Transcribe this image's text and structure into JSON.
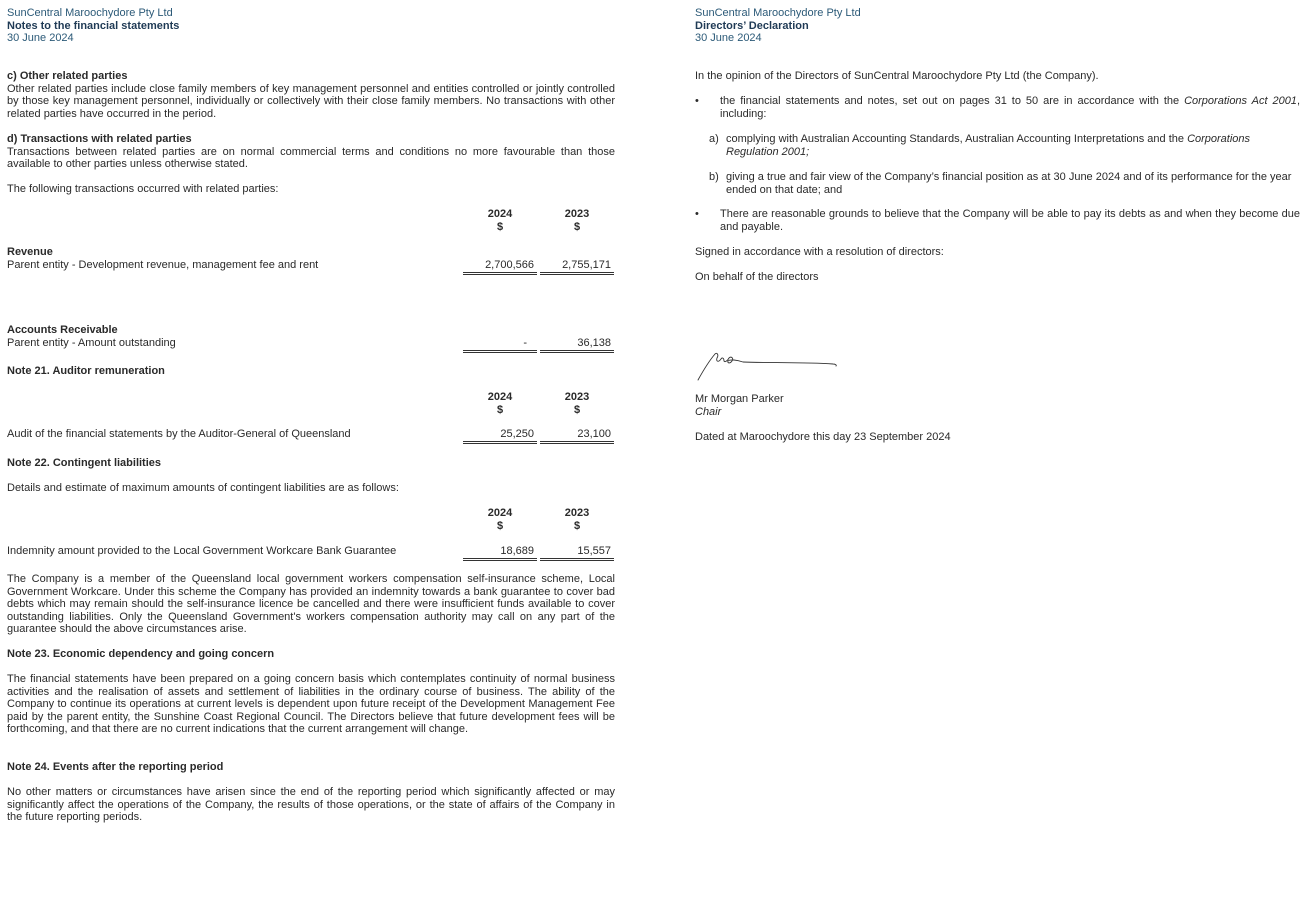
{
  "left": {
    "company": "SunCentral Maroochydore Pty Ltd",
    "doc_title": "Notes to the financial statements",
    "date": "30 June 2024",
    "c_heading": "c) Other related parties",
    "c_text": "Other related parties include close family members of key management personnel and entities controlled or jointly controlled by those key management personnel, individually or collectively with their close family members. No transactions with other related parties have occurred in the period.",
    "d_heading": "d) Transactions with related parties",
    "d_text": "Transactions between related parties are on normal commercial terms and conditions no more favourable than those available to other parties unless otherwise stated.",
    "d_intro": "The following transactions occurred with related parties:",
    "year_2024": "2024",
    "year_2023": "2023",
    "currency": "$",
    "revenue_heading": "Revenue",
    "revenue_label": "Parent entity - Development revenue, management fee and rent",
    "revenue_2024": "2,700,566",
    "revenue_2023": "2,755,171",
    "ar_heading": "Accounts Receivable",
    "ar_label": "Parent entity - Amount outstanding",
    "ar_2024": "-",
    "ar_2023": "36,138",
    "note21_heading": "Note 21. Auditor remuneration",
    "audit_label": "Audit of the financial statements by the Auditor-General of Queensland",
    "audit_2024": "25,250",
    "audit_2023": "23,100",
    "note22_heading": "Note 22. Contingent liabilities",
    "note22_intro": "Details and estimate of maximum amounts of contingent liabilities are as follows:",
    "indemnity_label": "Indemnity amount provided to the Local Government Workcare Bank Guarantee",
    "indemnity_2024": "18,689",
    "indemnity_2023": "15,557",
    "note22_text": "The Company is a member of the Queensland local government workers compensation self-insurance scheme, Local Government Workcare. Under this scheme the Company has provided an indemnity towards a bank guarantee to cover bad debts which may remain should the self-insurance licence be cancelled and there were insufficient funds available to cover outstanding liabilities. Only the Queensland Government's workers compensation authority may call on any part of the guarantee should the above circumstances arise.",
    "note23_heading": "Note 23. Economic dependency and going concern",
    "note23_text": "The financial statements have been prepared on a going concern basis which contemplates continuity of normal business activities and the realisation of assets and settlement of liabilities in the ordinary course of business. The ability of the Company to continue its operations at current levels is dependent upon future receipt of the Development Management Fee paid by the parent entity, the Sunshine Coast Regional Council. The Directors believe that future development fees will be forthcoming, and that there are no current indications that the current arrangement will change.",
    "note24_heading": "Note 24. Events after the reporting period",
    "note24_text": "No other matters or circumstances have arisen since the end of the reporting period which significantly affected or may significantly affect the operations of the Company, the results of those operations, or the state of affairs of the Company in the future reporting periods."
  },
  "right": {
    "company": "SunCentral Maroochydore Pty Ltd",
    "doc_title": "Directors’ Declaration",
    "date": "30 June 2024",
    "opinion": "In the opinion of the Directors of SunCentral Maroochydore Pty Ltd (the Company).",
    "bullet1_a": "the financial statements and notes, set out on pages 31 to 50 are in accordance with the ",
    "bullet1_act": "Corporations Act 2001",
    "bullet1_b": ", including:",
    "sub_a_marker": "a)",
    "sub_a_text": "complying with Australian Accounting Standards, Australian Accounting Interpretations and the ",
    "sub_a_act": "Corporations Regulation 2001;",
    "sub_b_marker": "b)",
    "sub_b_text": "giving a true and fair view of the Company’s financial position as at 30 June 2024 and of its performance for the year ended on that date; and",
    "bullet2": "There are reasonable grounds to believe that the Company will be able to pay its debts as and when they become due and payable.",
    "signed": "Signed in accordance with a resolution of directors:",
    "behalf": "On behalf of the directors",
    "signer_name": "Mr Morgan Parker",
    "signer_role": "Chair",
    "dated": "Dated at Maroochydore this day 23 September 2024"
  }
}
